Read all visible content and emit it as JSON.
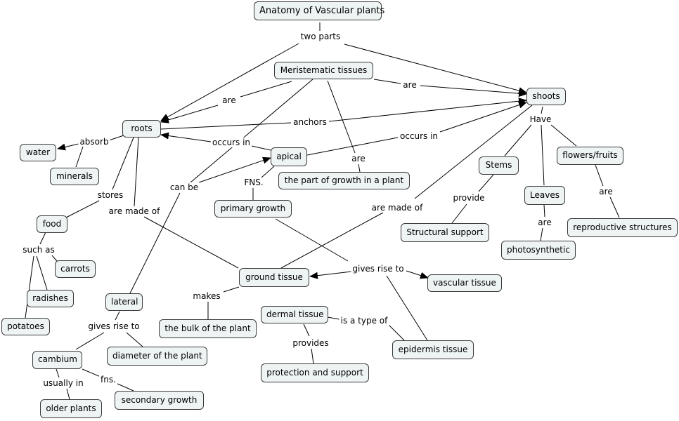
{
  "nodes": {
    "title": "Anatomy of Vascular plants",
    "meristematic": "Meristematic tissues",
    "shoots": "shoots",
    "roots": "roots",
    "water": "water",
    "minerals": "minerals",
    "food": "food",
    "carrots": "carrots",
    "radishes": "radishes",
    "potatoes": "potatoes",
    "apical": "apical",
    "part_of_growth": "the part of growth in a plant",
    "primary_growth": "primary growth",
    "ground_tissue": "ground tissue",
    "vascular_tissue": "vascular tissue",
    "lateral": "lateral",
    "bulk": "the bulk of the plant",
    "dermal": "dermal tissue",
    "epidermis": "epidermis tissue",
    "protection": "protection and support",
    "cambium": "cambium",
    "diameter": "diameter of the plant",
    "older_plants": "older plants",
    "secondary_growth": "secondary growth",
    "stems": "Stems",
    "leaves": "Leaves",
    "flowers": "flowers/fruits",
    "structural": "Structural support",
    "photosynthetic": "photosynthetic",
    "reproductive": "reproductive structures"
  },
  "links": {
    "two_parts": "two parts",
    "are_mer_roots": "are",
    "are_mer_shoots": "are",
    "anchors": "anchors",
    "occurs_in_roots": "occurs in",
    "occurs_in_shoots": "occurs in",
    "absorb": "absorb",
    "stores": "stores",
    "such_as": "such as",
    "are_made_of_roots": "are made of",
    "are_made_of_shoots": "are made of",
    "can_be": "can be",
    "are_apical": "are",
    "fns_apical": "FNS.",
    "gives_rise_to_ground": "gives rise to",
    "makes": "makes",
    "is_a_type_of": "is a type of",
    "provides": "provides",
    "gives_rise_to_lateral": "gives rise to",
    "usually_in": "usually in",
    "fns_cambium": "fns.",
    "have": "Have",
    "provide": "provide",
    "are_leaves": "are",
    "are_flowers": "are"
  }
}
